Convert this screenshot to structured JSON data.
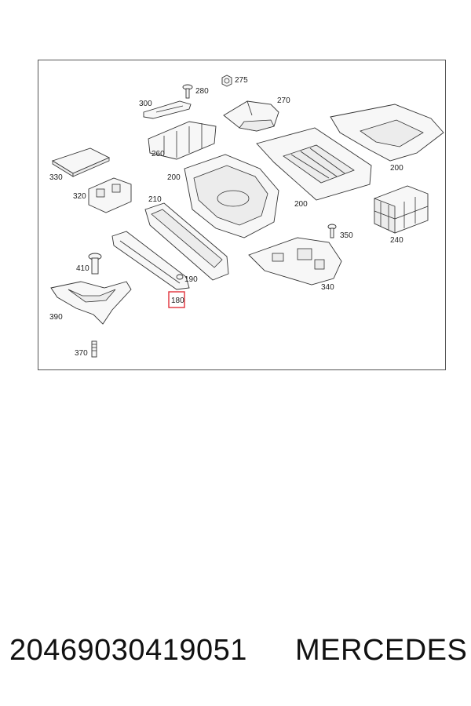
{
  "diagram": {
    "callouts": {
      "c275": "275",
      "c280": "280",
      "c300": "300",
      "c270": "270",
      "c260": "260",
      "c330": "330",
      "c200a": "200",
      "c200b": "200",
      "c200c": "200",
      "c320": "320",
      "c210": "210",
      "c350": "350",
      "c240": "240",
      "c410": "410",
      "c190": "190",
      "c180": "180",
      "c340": "340",
      "c390": "390",
      "c370": "370"
    },
    "highlight_color": "#e0303a"
  },
  "footer": {
    "part_number": "20469030419051",
    "brand": "MERCEDES"
  }
}
